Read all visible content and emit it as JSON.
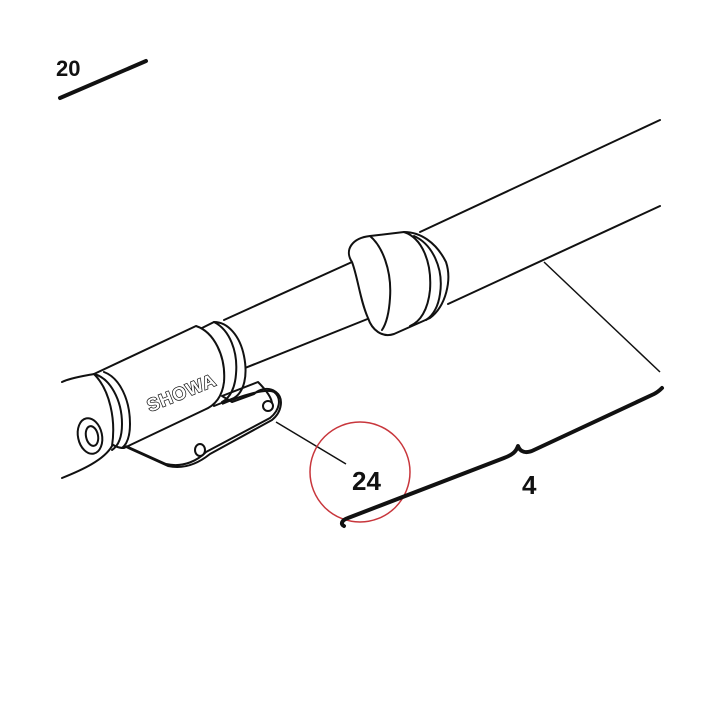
{
  "diagram": {
    "corner_label": "20",
    "brand_label": "SHOWA",
    "callouts": [
      {
        "id": "bracket",
        "label": "24"
      },
      {
        "id": "shaft",
        "label": "4"
      }
    ],
    "highlight_color": "#c8363c",
    "ink_color": "#111111"
  }
}
